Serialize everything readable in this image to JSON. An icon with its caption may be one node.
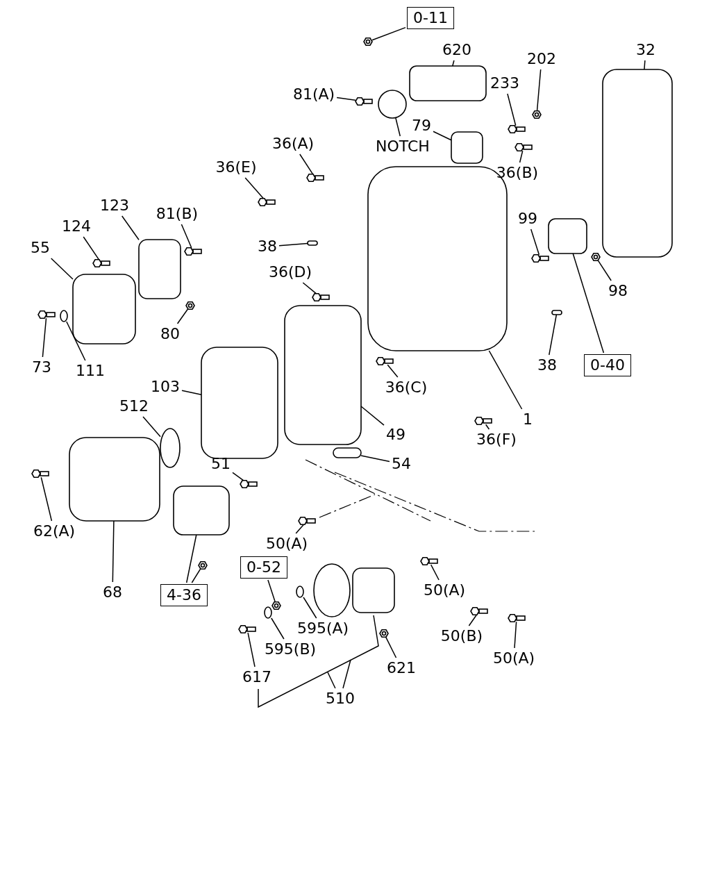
{
  "diagram": {
    "nodes": [
      {
        "text": [
          "0-11"
        ]
      },
      {
        "text": [
          "620"
        ]
      },
      {
        "text": [
          "202"
        ]
      },
      {
        "text": [
          "32"
        ]
      },
      {
        "text": [
          "233"
        ]
      },
      {
        "text": [
          "81(A)"
        ]
      },
      {
        "text": [
          "79"
        ]
      },
      {
        "text": [
          "NOTCH"
        ]
      },
      {
        "text": [
          "36(A)"
        ]
      },
      {
        "text": [
          "36(B)"
        ]
      },
      {
        "text": [
          "36(E)"
        ]
      },
      {
        "text": [
          "123"
        ]
      },
      {
        "text": [
          "81(B)"
        ]
      },
      {
        "text": [
          "124"
        ]
      },
      {
        "text": [
          "55"
        ]
      },
      {
        "text": [
          "99"
        ]
      },
      {
        "text": [
          "38"
        ]
      },
      {
        "text": [
          "36(D)"
        ]
      },
      {
        "text": [
          "98"
        ]
      },
      {
        "text": [
          "80"
        ]
      },
      {
        "text": [
          "73"
        ]
      },
      {
        "text": [
          "111"
        ]
      },
      {
        "text": [
          "38"
        ]
      },
      {
        "text": [
          "0-40"
        ]
      },
      {
        "text": [
          "36(C)"
        ]
      },
      {
        "text": [
          "103"
        ]
      },
      {
        "text": [
          "512"
        ]
      },
      {
        "text": [
          "1"
        ]
      },
      {
        "text": [
          "49"
        ]
      },
      {
        "text": [
          "36(F)"
        ]
      },
      {
        "text": [
          "51"
        ]
      },
      {
        "text": [
          "54"
        ]
      },
      {
        "text": [
          "50(A)"
        ]
      },
      {
        "text": [
          "62(A)"
        ]
      },
      {
        "text": [
          "0-52"
        ]
      },
      {
        "text": [
          "50(A)"
        ]
      },
      {
        "text": [
          "68"
        ]
      },
      {
        "text": [
          "4-36"
        ]
      },
      {
        "text": [
          "595(A)"
        ]
      },
      {
        "text": [
          "50(B)"
        ]
      },
      {
        "text": [
          "595(B)"
        ]
      },
      {
        "text": [
          "50(A)"
        ]
      },
      {
        "text": [
          "621"
        ]
      },
      {
        "text": [
          "617"
        ]
      },
      {
        "text": [
          "510"
        ]
      },
      {
        "text": [],
        "shape": "picture"
      },
      {
        "text": [],
        "shape": "box"
      },
      {
        "text": [],
        "shape": "picture"
      },
      {
        "text": [],
        "shape": "box"
      },
      {
        "text": [],
        "shape": "picture"
      },
      {
        "text": [],
        "shape": "picture"
      },
      {
        "text": [],
        "shape": "box"
      },
      {
        "text": [],
        "shape": "circle"
      },
      {
        "text": [],
        "shape": "picture"
      },
      {
        "text": [],
        "shape": "picture"
      },
      {
        "text": [],
        "shape": "picture"
      },
      {
        "text": [],
        "shape": "box"
      },
      {
        "text": [],
        "shape": "picture"
      },
      {
        "text": [],
        "shape": "picture"
      },
      {
        "text": [],
        "shape": "box"
      },
      {
        "text": [],
        "shape": "picture"
      },
      {
        "text": [],
        "shape": "bar"
      },
      {
        "text": [],
        "shape": "picture"
      },
      {
        "text": [],
        "shape": "picture"
      },
      {
        "text": [],
        "shape": "picture"
      },
      {
        "text": [],
        "shape": "picture"
      },
      {
        "text": [],
        "shape": "circle"
      },
      {
        "text": [],
        "shape": "bar"
      },
      {
        "text": [],
        "shape": "box"
      },
      {
        "text": [],
        "shape": "picture"
      },
      {
        "text": [],
        "shape": "box"
      },
      {
        "text": [],
        "shape": "circle"
      },
      {
        "text": [],
        "shape": "box"
      },
      {
        "text": [],
        "shape": "box"
      },
      {
        "text": [],
        "shape": "picture"
      },
      {
        "text": [],
        "shape": "picture"
      },
      {
        "text": [],
        "shape": "bar"
      },
      {
        "text": [],
        "shape": "picture"
      },
      {
        "text": [],
        "shape": "picture"
      },
      {
        "text": [],
        "shape": "picture"
      },
      {
        "text": [],
        "shape": "picture"
      },
      {
        "text": [],
        "shape": "box"
      },
      {
        "text": [],
        "shape": "box"
      },
      {
        "text": [],
        "shape": "picture"
      },
      {
        "text": [],
        "shape": "circle"
      },
      {
        "text": [],
        "shape": "picture"
      },
      {
        "text": [],
        "shape": "circle"
      },
      {
        "text": [],
        "shape": "picture"
      },
      {
        "text": [],
        "shape": "picture"
      },
      {
        "text": [],
        "shape": "picture"
      }
    ],
    "edges": [
      {
        "from": 0,
        "to": 45,
        "arrow": "none"
      },
      {
        "from": 1,
        "to": 46,
        "arrow": "none"
      },
      {
        "from": 2,
        "to": 47,
        "arrow": "none"
      },
      {
        "from": 3,
        "to": 48,
        "arrow": "none"
      },
      {
        "from": 4,
        "to": 49,
        "arrow": "none"
      },
      {
        "from": 5,
        "to": 50,
        "arrow": "none"
      },
      {
        "from": 6,
        "to": 51,
        "arrow": "none"
      },
      {
        "from": 7,
        "to": 52,
        "arrow": "none"
      },
      {
        "from": 8,
        "to": 53,
        "arrow": "none"
      },
      {
        "from": 9,
        "to": 54,
        "arrow": "none"
      },
      {
        "from": 10,
        "to": 55,
        "arrow": "none"
      },
      {
        "from": 11,
        "to": 56,
        "arrow": "none"
      },
      {
        "from": 12,
        "to": 57,
        "arrow": "none"
      },
      {
        "from": 13,
        "to": 58,
        "arrow": "none"
      },
      {
        "from": 14,
        "to": 59,
        "arrow": "none"
      },
      {
        "from": 15,
        "to": 60,
        "arrow": "none"
      },
      {
        "from": 16,
        "to": 61,
        "arrow": "none"
      },
      {
        "from": 17,
        "to": 62,
        "arrow": "none"
      },
      {
        "from": 18,
        "to": 63,
        "arrow": "none"
      },
      {
        "from": 19,
        "to": 64,
        "arrow": "none"
      },
      {
        "from": 20,
        "to": 65,
        "arrow": "none"
      },
      {
        "from": 21,
        "to": 66,
        "arrow": "none"
      },
      {
        "from": 22,
        "to": 67,
        "arrow": "none"
      },
      {
        "from": 23,
        "to": 68,
        "arrow": "none"
      },
      {
        "from": 24,
        "to": 69,
        "arrow": "none"
      },
      {
        "from": 25,
        "to": 70,
        "arrow": "none"
      },
      {
        "from": 26,
        "to": 71,
        "arrow": "none"
      },
      {
        "from": 27,
        "to": 72,
        "arrow": "none"
      },
      {
        "from": 28,
        "to": 73,
        "arrow": "none"
      },
      {
        "from": 29,
        "to": 74,
        "arrow": "none"
      },
      {
        "from": 30,
        "to": 75,
        "arrow": "none"
      },
      {
        "from": 31,
        "to": 76,
        "arrow": "none"
      },
      {
        "from": 32,
        "to": 77,
        "arrow": "none"
      },
      {
        "from": 33,
        "to": 78,
        "arrow": "none"
      },
      {
        "from": 34,
        "to": 79,
        "arrow": "none"
      },
      {
        "from": 35,
        "to": 80,
        "arrow": "none"
      },
      {
        "from": 36,
        "to": 81,
        "arrow": "none"
      },
      {
        "from": 37,
        "to": 82,
        "arrow": "none"
      },
      {
        "from": 37,
        "to": 83,
        "arrow": "none"
      },
      {
        "from": 38,
        "to": 84,
        "arrow": "none"
      },
      {
        "from": 39,
        "to": 85,
        "arrow": "none"
      },
      {
        "from": 40,
        "to": 86,
        "arrow": "none"
      },
      {
        "from": 41,
        "to": 87,
        "arrow": "none"
      },
      {
        "from": 42,
        "to": 88,
        "arrow": "none"
      },
      {
        "from": 43,
        "to": 89,
        "arrow": "none"
      },
      {
        "from": 44,
        "to": null,
        "arrow": "none"
      },
      {
        "from": 44,
        "to": null,
        "arrow": "none"
      }
    ]
  }
}
